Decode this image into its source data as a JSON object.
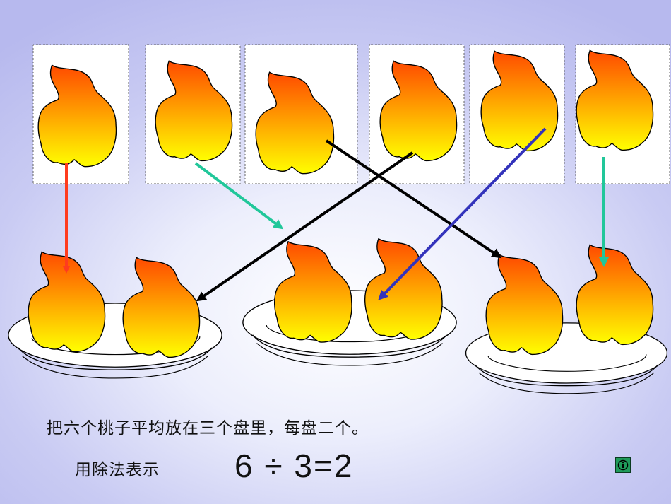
{
  "card_count": 6,
  "plate_count": 3,
  "colors": {
    "peach_top": "#ff4a00",
    "peach_bottom": "#ffff00",
    "arrow_red": "#ff3c1e",
    "arrow_teal": "#21c79a",
    "arrow_black": "#000000",
    "arrow_blue": "#3333bb"
  },
  "caption": "把六个桃子平均放在三个盘里，每盘二个。",
  "method_label": "用除法表示",
  "equation": "6 ÷ 3=2",
  "info_icon": "info-icon"
}
